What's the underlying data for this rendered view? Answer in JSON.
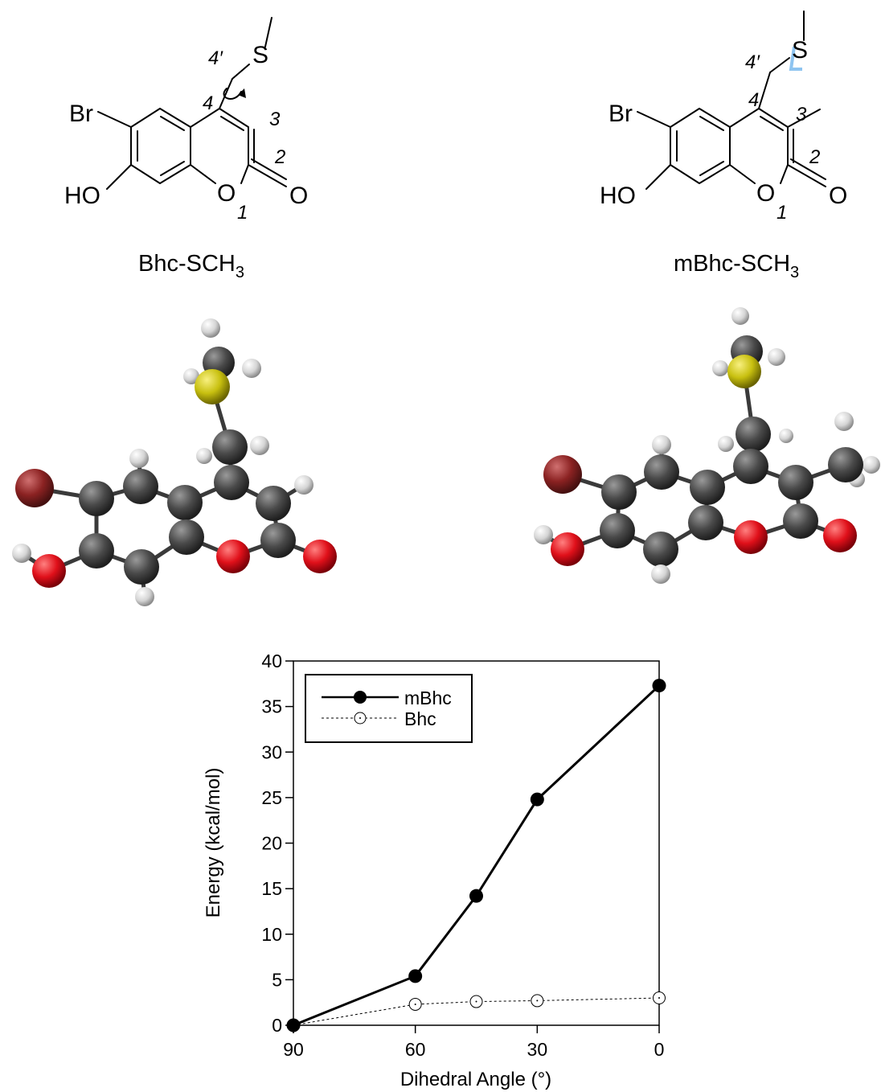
{
  "structures": [
    {
      "name_main": "Bhc-SCH",
      "name_sub": "3",
      "atoms": {
        "br": "Br",
        "ho": "HO",
        "o_ring": "O",
        "o_carbonyl": "O",
        "s": "S"
      },
      "positions": {
        "p1": "1",
        "p2": "2",
        "p3": "3",
        "p4": "4",
        "p4prime": "4′"
      }
    },
    {
      "name_main": "mBhc-SCH",
      "name_sub": "3",
      "atoms": {
        "br": "Br",
        "ho": "HO",
        "o_ring": "O",
        "o_carbonyl": "O",
        "s": "S"
      },
      "positions": {
        "p1": "1",
        "p2": "2",
        "p3": "3",
        "p4": "4",
        "p4prime": "4′"
      }
    }
  ],
  "colors": {
    "carbon": "#4a4a4a",
    "hydrogen": "#dcdcdc",
    "oxygen": "#e0101a",
    "bromine": "#8b2222",
    "sulfur": "#c8c010",
    "highlight": "#8ec4f0"
  },
  "chart_data": {
    "type": "line",
    "xlabel": "Dihedral Angle (°)",
    "ylabel": "Energy (kcal/mol)",
    "xlim": [
      90,
      0
    ],
    "ylim": [
      0,
      40
    ],
    "x_reversed": true,
    "xticks": [
      "90",
      "60",
      "30",
      "0"
    ],
    "yticks": [
      "0",
      "5",
      "10",
      "15",
      "20",
      "25",
      "30",
      "35",
      "40"
    ],
    "legend_position": "top-left",
    "series": [
      {
        "name": "mBhc",
        "style": "solid-filled",
        "x": [
          90,
          60,
          45,
          30,
          0
        ],
        "y": [
          0,
          5.4,
          14.2,
          24.8,
          37.3
        ]
      },
      {
        "name": "Bhc",
        "style": "dotted-open",
        "x": [
          90,
          60,
          45,
          30,
          0
        ],
        "y": [
          0,
          2.3,
          2.6,
          2.7,
          3.0
        ]
      }
    ]
  }
}
